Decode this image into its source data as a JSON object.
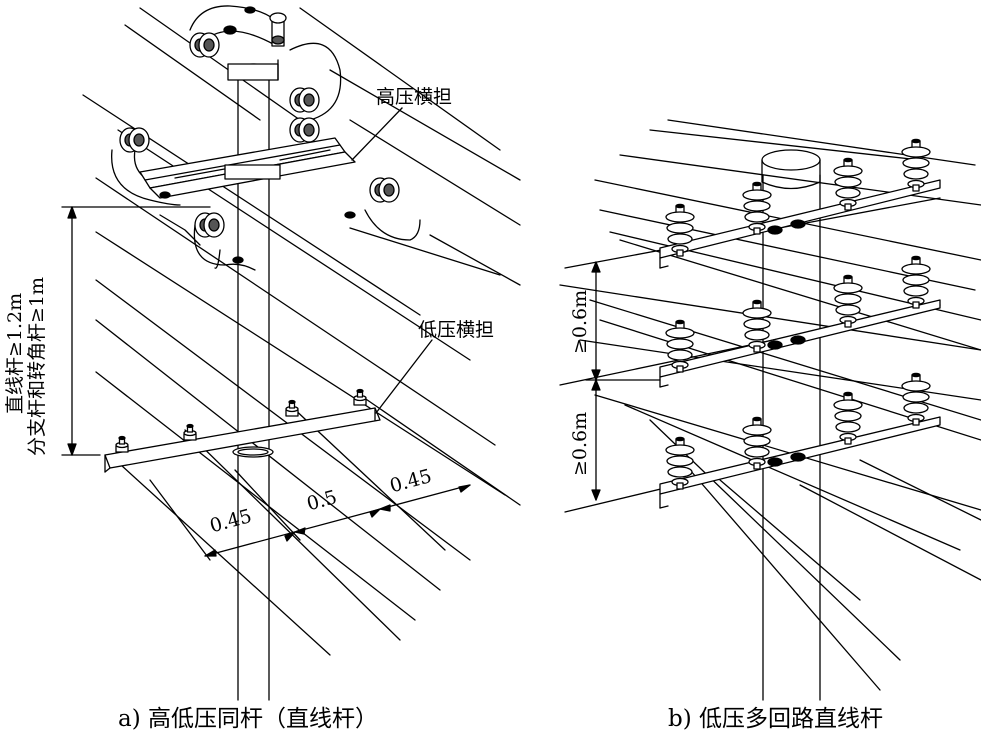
{
  "figure_a": {
    "label_hv_crossarm": "高压横担",
    "label_lv_crossarm": "低压横担",
    "vertical_line1": "直线杆≥1.2m",
    "vertical_line2": "分支杆和转角杆≥1m",
    "spacing_left": "0.45",
    "spacing_middle": "0.5",
    "spacing_right": "0.45",
    "caption": "a) 高低压同杆（直线杆）"
  },
  "figure_b": {
    "spacing_upper": "≥0.6m",
    "spacing_lower": "≥0.6m",
    "caption": "b) 低压多回路直线杆"
  },
  "colors": {
    "ink": "#000000",
    "paper": "#ffffff"
  }
}
